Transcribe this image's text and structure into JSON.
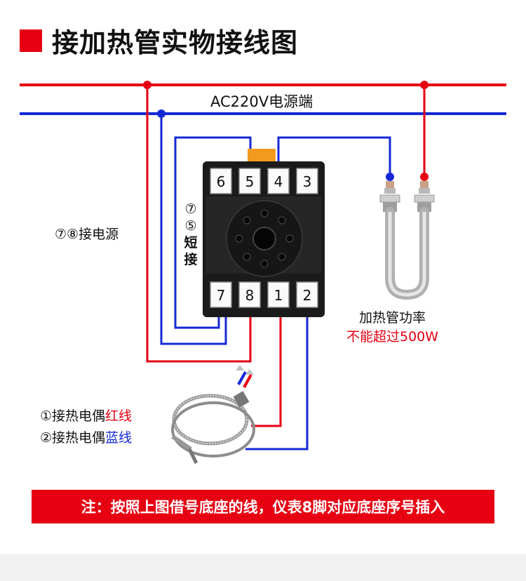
{
  "title": "接加热管实物接线图",
  "power_label": "AC220V电源端",
  "terminals": {
    "top": [
      "6",
      "5",
      "4",
      "3"
    ],
    "bottom": [
      "7",
      "8",
      "1",
      "2"
    ]
  },
  "label_78": "⑦⑧接电源",
  "short_label": [
    "⑦",
    "⑤",
    "短",
    "接"
  ],
  "heater_label": "加热管功率",
  "heater_limit": "不能超过500W",
  "thermo_line1_prefix": "①接热电偶",
  "thermo_line1_color": "红线",
  "thermo_line2_prefix": "②接热电偶",
  "thermo_line2_color": "蓝线",
  "note": "注：按照上图借号底座的线，仪表8脚对应底座序号插入",
  "colors": {
    "red": "#e60012",
    "blue": "#1428d6",
    "base_black": "#1b1b1b"
  }
}
